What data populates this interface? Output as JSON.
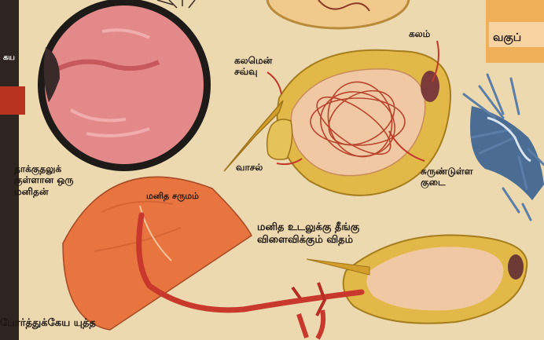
{
  "labels": {
    "kalam": "கலம்",
    "kalamen_savvu": "கலமென்\nசவ்வு",
    "vasal": "வாசல்",
    "surundulla_kudai": "சுருண்டுள்ள\nகுடை",
    "affected_person": "தாக்குதலுக்\nகுள்ளான ஒரு\nமனிதன்",
    "human_skin": "மனித சருமம்",
    "harm_method": "மனித உடலுக்கு தீங்கு\nவிளைவிக்கும் விதம்",
    "bottom_text": "போர்த்துக்கேய யுத்த",
    "side_text": "கய",
    "header_fragment": "வகுப்"
  },
  "colors": {
    "paper": "#ecd9b0",
    "cell_yellow": "#e2b949",
    "skin_orange": "#e8743f",
    "threads_red": "#b8442d",
    "dark_band": "#2e2420",
    "accent_red": "#b8341f"
  }
}
